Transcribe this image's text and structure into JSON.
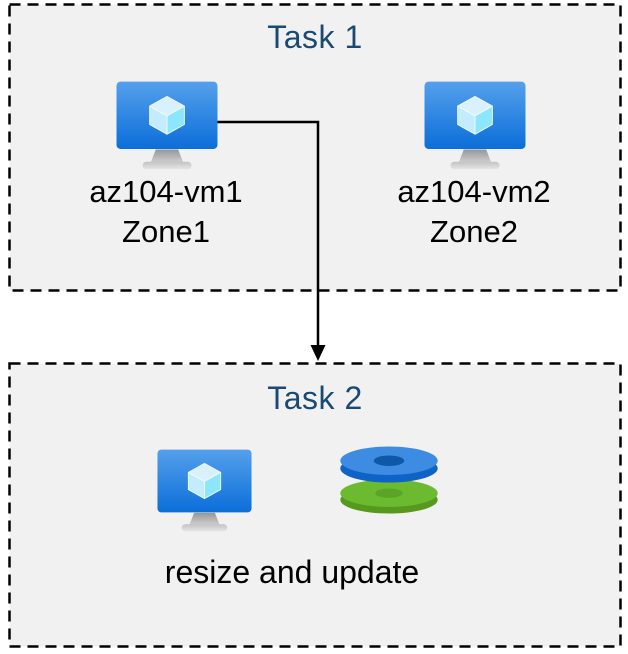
{
  "diagram": {
    "task1": {
      "title": "Task 1",
      "vms": [
        {
          "name": "az104-vm1",
          "zone": "Zone1",
          "icon": "virtual-machine-icon"
        },
        {
          "name": "az104-vm2",
          "zone": "Zone2",
          "icon": "virtual-machine-icon"
        }
      ]
    },
    "task2": {
      "title": "Task 2",
      "icons": [
        "virtual-machine-icon",
        "disks-icon"
      ],
      "caption": "resize and update"
    },
    "arrow": {
      "from": "az104-vm1",
      "to": "Task 2"
    },
    "colors": {
      "box_fill": "#f1f1f1",
      "box_border": "#000000",
      "title_text": "#1a4a73",
      "body_text": "#000000",
      "vm_screen_top": "#4f9be9",
      "vm_screen_bottom": "#0b6ed9",
      "disk_blue_top": "#3e8ce2",
      "disk_blue_side": "#0d64c6",
      "disk_green_top": "#6cba2f",
      "disk_green_side": "#55991d",
      "arrow_line": "#000000"
    }
  }
}
